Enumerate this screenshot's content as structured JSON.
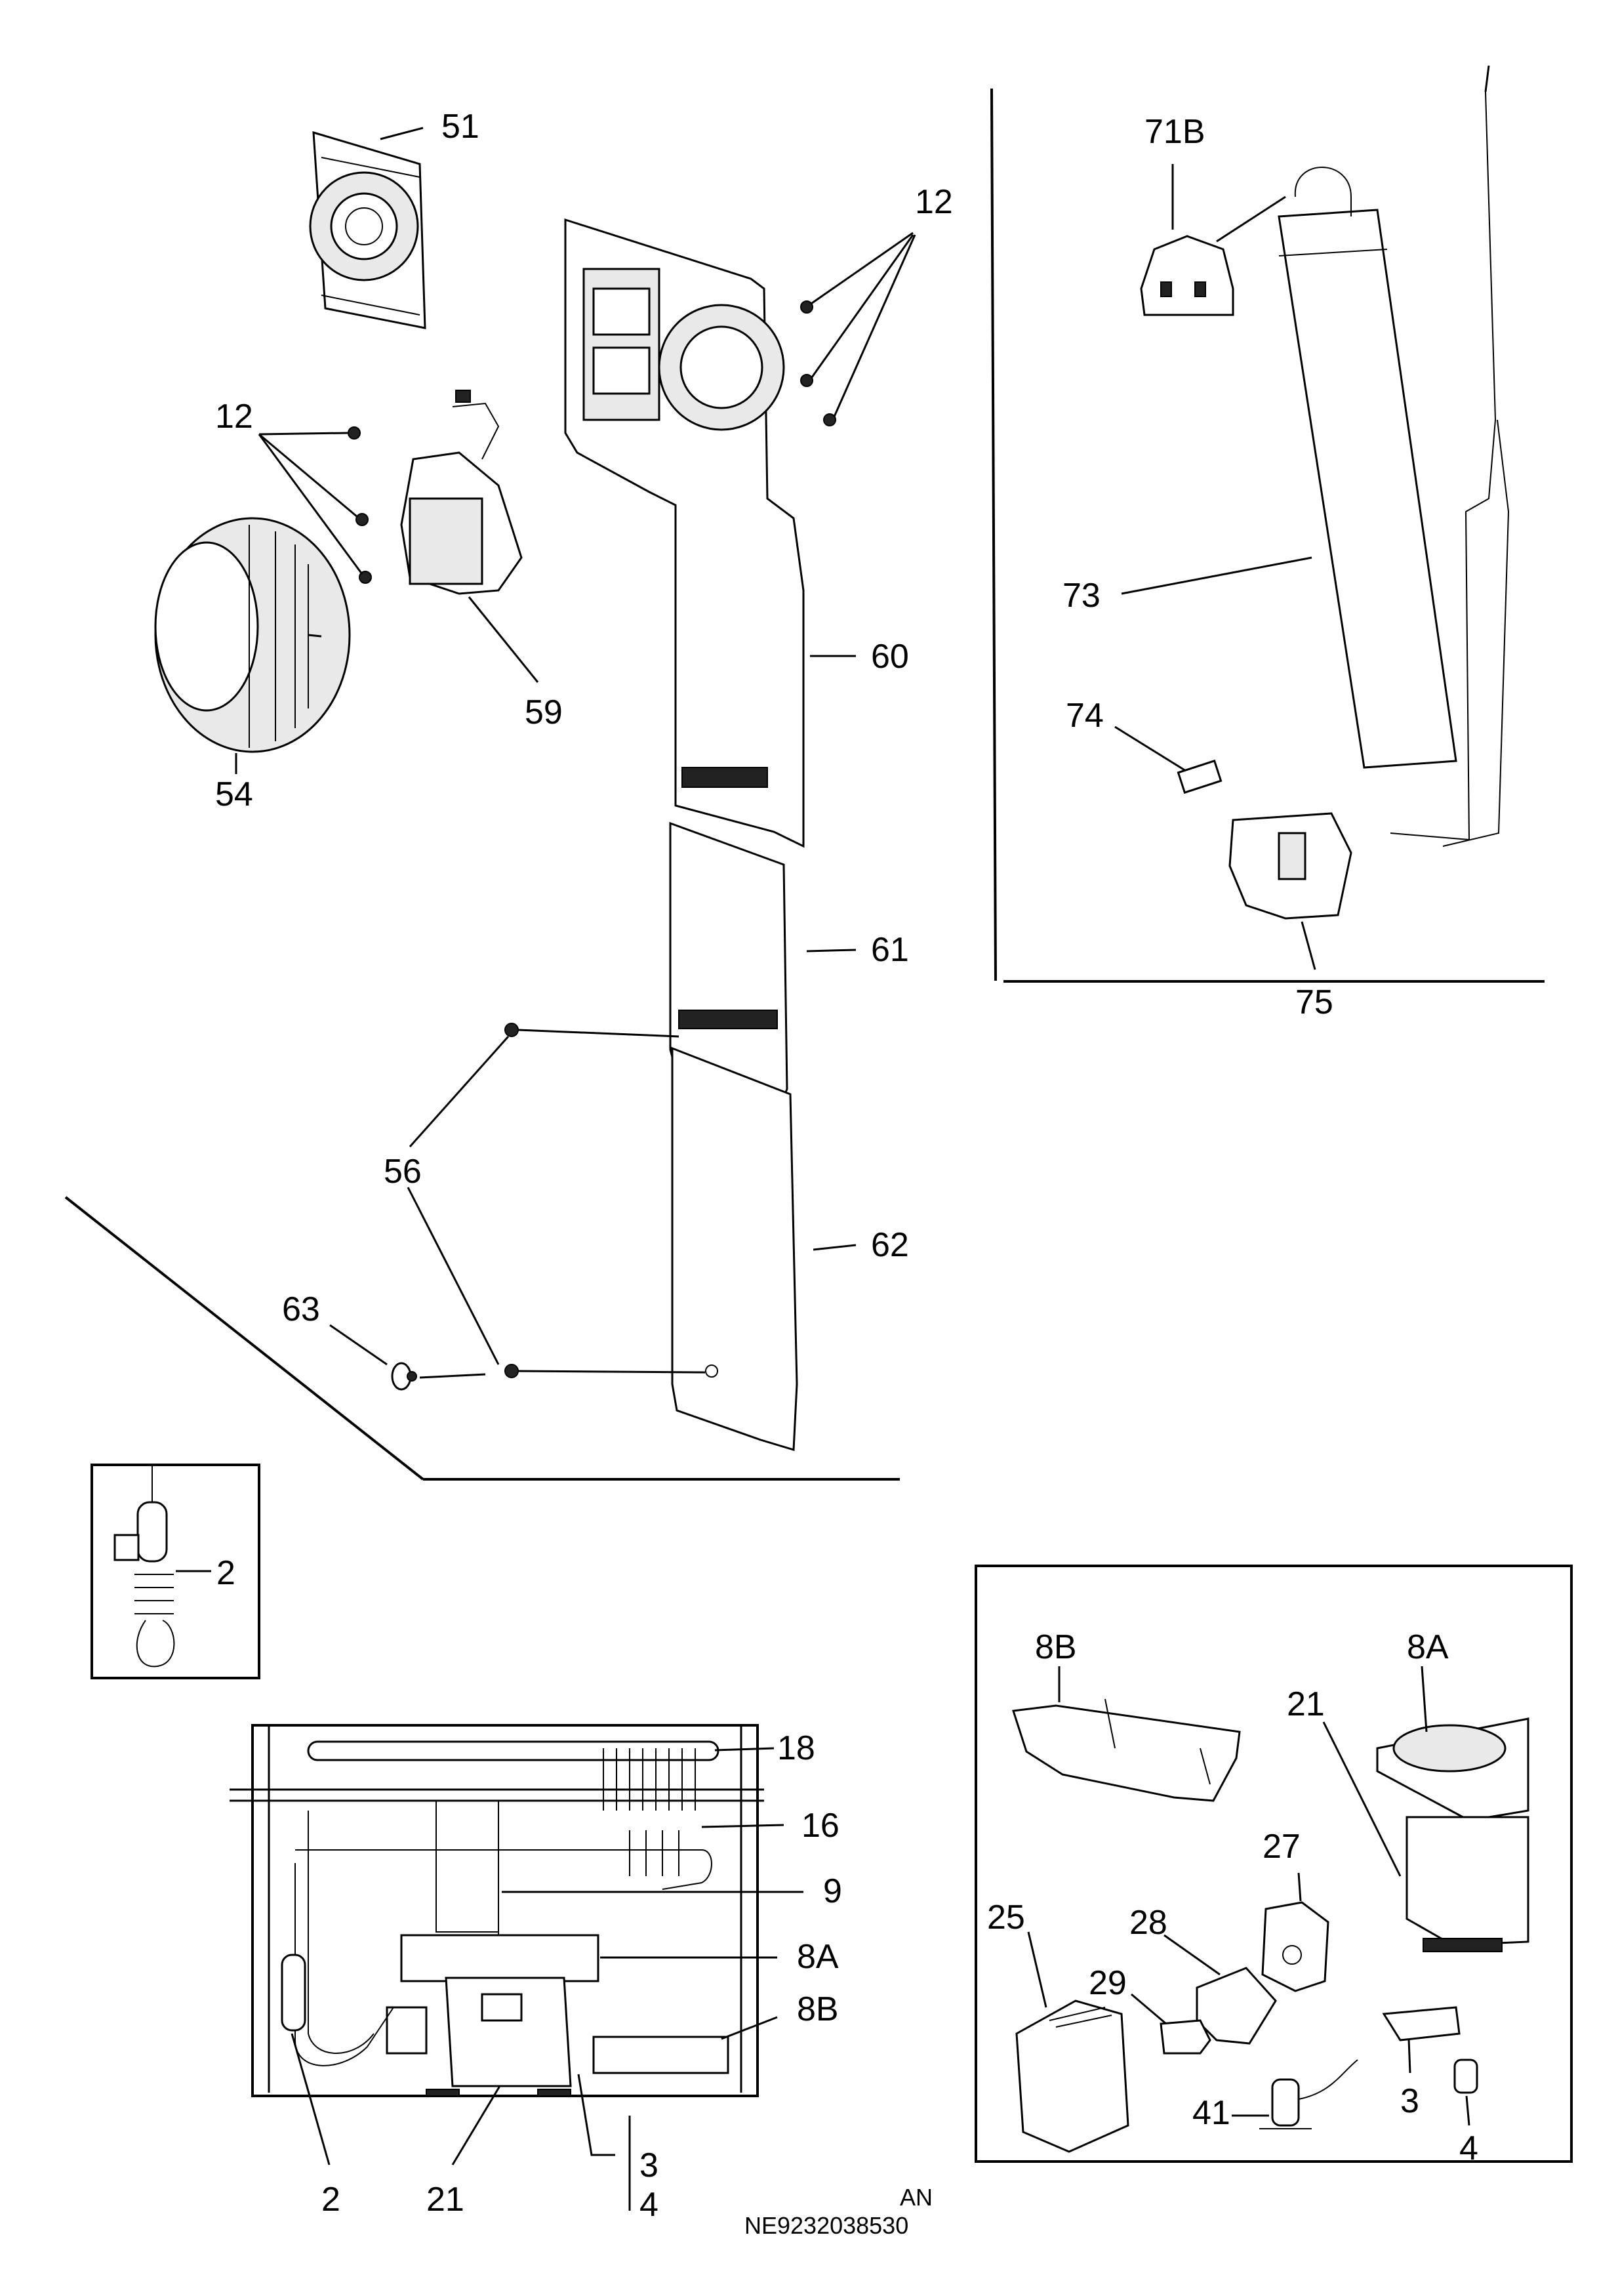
{
  "parts": {
    "p51": "51",
    "p12_top": "12",
    "p12_left": "12",
    "p59": "59",
    "p54": "54",
    "p60": "60",
    "p61": "61",
    "p62": "62",
    "p56": "56",
    "p63": "63",
    "p71b": "71B",
    "p73": "73",
    "p74": "74",
    "p75": "75",
    "p2_inset": "2",
    "p18": "18",
    "p16": "16",
    "p9": "9",
    "p8a_comp": "8A",
    "p8b_comp": "8B",
    "p2_bottom": "2",
    "p21_bottom": "21",
    "p3_bottom": "3",
    "p4_bottom": "4",
    "p8b_box": "8B",
    "p8a_box": "8A",
    "p21_box": "21",
    "p27": "27",
    "p28": "28",
    "p29": "29",
    "p25": "25",
    "p41": "41",
    "p3_box": "3",
    "p4_box": "4"
  },
  "footer": {
    "lang": "AN",
    "code": "NE9232038530"
  }
}
